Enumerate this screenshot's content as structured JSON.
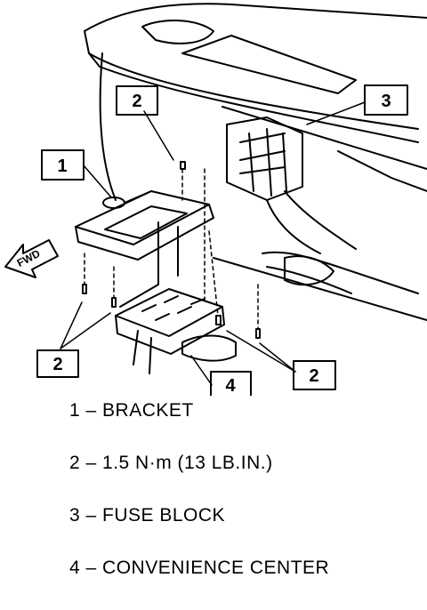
{
  "callouts": {
    "bracket_num": "1",
    "screw_num": "2",
    "fuse_block_num": "3",
    "convenience_center_num": "4"
  },
  "direction": {
    "label": "FWD"
  },
  "legend": [
    {
      "text": "1 – BRACKET"
    },
    {
      "text": "2 – 1.5 N·m (13 LB.IN.)"
    },
    {
      "text": "3 – FUSE BLOCK"
    },
    {
      "text": "4 – CONVENIENCE CENTER"
    }
  ]
}
